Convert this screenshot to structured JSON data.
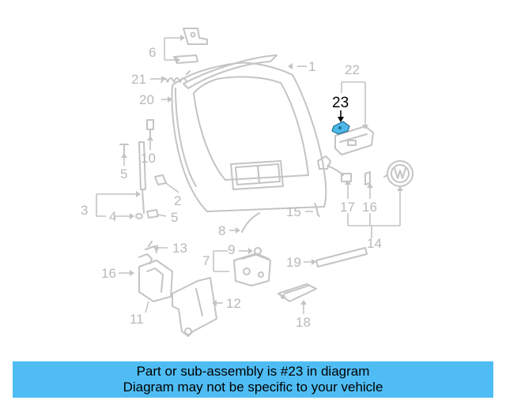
{
  "diagram": {
    "highlighted_part": "23",
    "highlight_color": "#4fb8e8",
    "callouts": [
      "1",
      "2",
      "3",
      "4",
      "5",
      "5",
      "5",
      "6",
      "7",
      "8",
      "9",
      "10",
      "11",
      "12",
      "13",
      "14",
      "15",
      "16",
      "16",
      "17",
      "18",
      "19",
      "20",
      "21",
      "22",
      "23"
    ]
  },
  "info_bar": {
    "line1": "Part or sub-assembly is #23 in diagram",
    "line2": "Diagram may not be specific to your vehicle",
    "background": "#4fbdf4"
  }
}
